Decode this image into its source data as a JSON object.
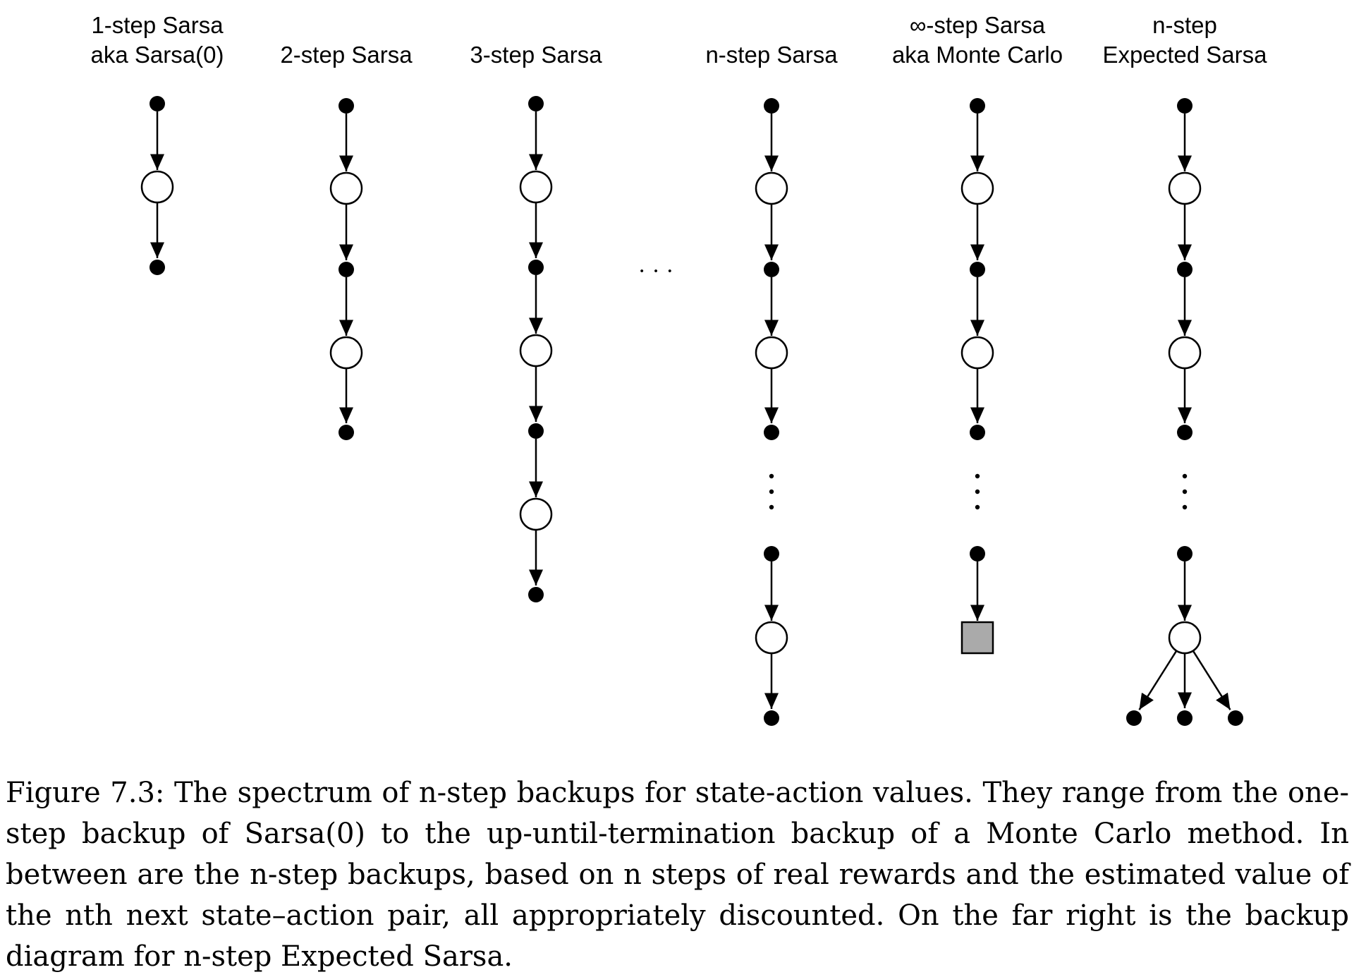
{
  "columns": [
    {
      "title_lines": [
        "1-step Sarsa",
        "aka Sarsa(0)"
      ],
      "terminal": "dot"
    },
    {
      "title_lines": [
        "2-step Sarsa"
      ],
      "terminal": "dot"
    },
    {
      "title_lines": [
        "3-step Sarsa"
      ],
      "terminal": "dot"
    },
    {
      "title_lines": [
        "n-step Sarsa"
      ],
      "terminal": "dot"
    },
    {
      "title_lines": [
        "∞-step Sarsa",
        "aka Monte Carlo"
      ],
      "terminal": "square"
    },
    {
      "title_lines": [
        "n-step",
        "Expected Sarsa"
      ],
      "terminal": "branch"
    }
  ],
  "ellipsis_horizontal": "· · ·",
  "caption": {
    "label": "Figure 7.3:",
    "text": "The spectrum of n-step backups for state-action values. They range from the one-step backup of Sarsa(0) to the up-until-termination backup of a Monte Carlo method. In between are the n-step backups, based on n steps of real rewards and the estimated value of the nth next state–action pair, all appropriately discounted. On the far right is the backup diagram for n-step Expected Sarsa."
  },
  "colors": {
    "stroke": "#000000",
    "terminal_fill": "#aaaaaa"
  }
}
